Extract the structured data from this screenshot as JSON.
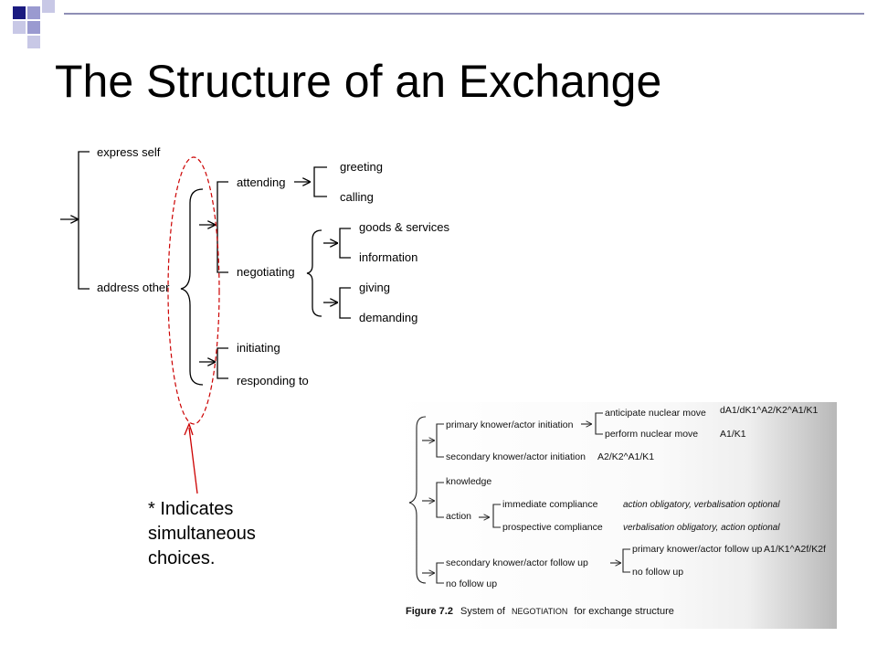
{
  "slide": {
    "title": "The Structure of an Exchange",
    "note_lines": [
      "* Indicates",
      "simultaneous",
      "choices."
    ],
    "colors": {
      "square_dark": "#1a1a80",
      "square_light": "#9a9ad0",
      "rule": "#8e8eb5",
      "annotation": "#cc0000"
    }
  },
  "diagram1": {
    "labels": {
      "express_self": "express self",
      "address_other": "address other",
      "attending": "attending",
      "negotiating": "negotiating",
      "initiating": "initiating",
      "responding_to": "responding to",
      "greeting": "greeting",
      "calling": "calling",
      "goods_services": "goods & services",
      "information": "information",
      "giving": "giving",
      "demanding": "demanding"
    }
  },
  "figure72": {
    "labels": {
      "primary_ki": "primary knower/actor initiation",
      "secondary_ki": "secondary knower/actor initiation",
      "secondary_ki_code": "A2/K2^A1/K1",
      "anticipate": "anticipate nuclear move",
      "anticipate_code": "dA1/dK1^A2/K2^A1/K1",
      "perform": "perform nuclear move",
      "perform_code": "A1/K1",
      "knowledge": "knowledge",
      "action": "action",
      "immediate": "immediate compliance",
      "immediate_note": "action obligatory, verbalisation optional",
      "prospective": "prospective compliance",
      "prospective_note": "verbalisation obligatory, action optional",
      "secondary_fu": "secondary knower/actor follow up",
      "no_follow_up": "no follow up",
      "primary_fu": "primary knower/actor follow up",
      "primary_fu_code": "A1/K1^A2f/K2f",
      "no_follow_up_2": "no follow up"
    },
    "caption": {
      "figure": "Figure 7.2",
      "text_before": "System of",
      "smallcaps": "NEGOTIATION",
      "text_after": "for exchange structure"
    }
  }
}
